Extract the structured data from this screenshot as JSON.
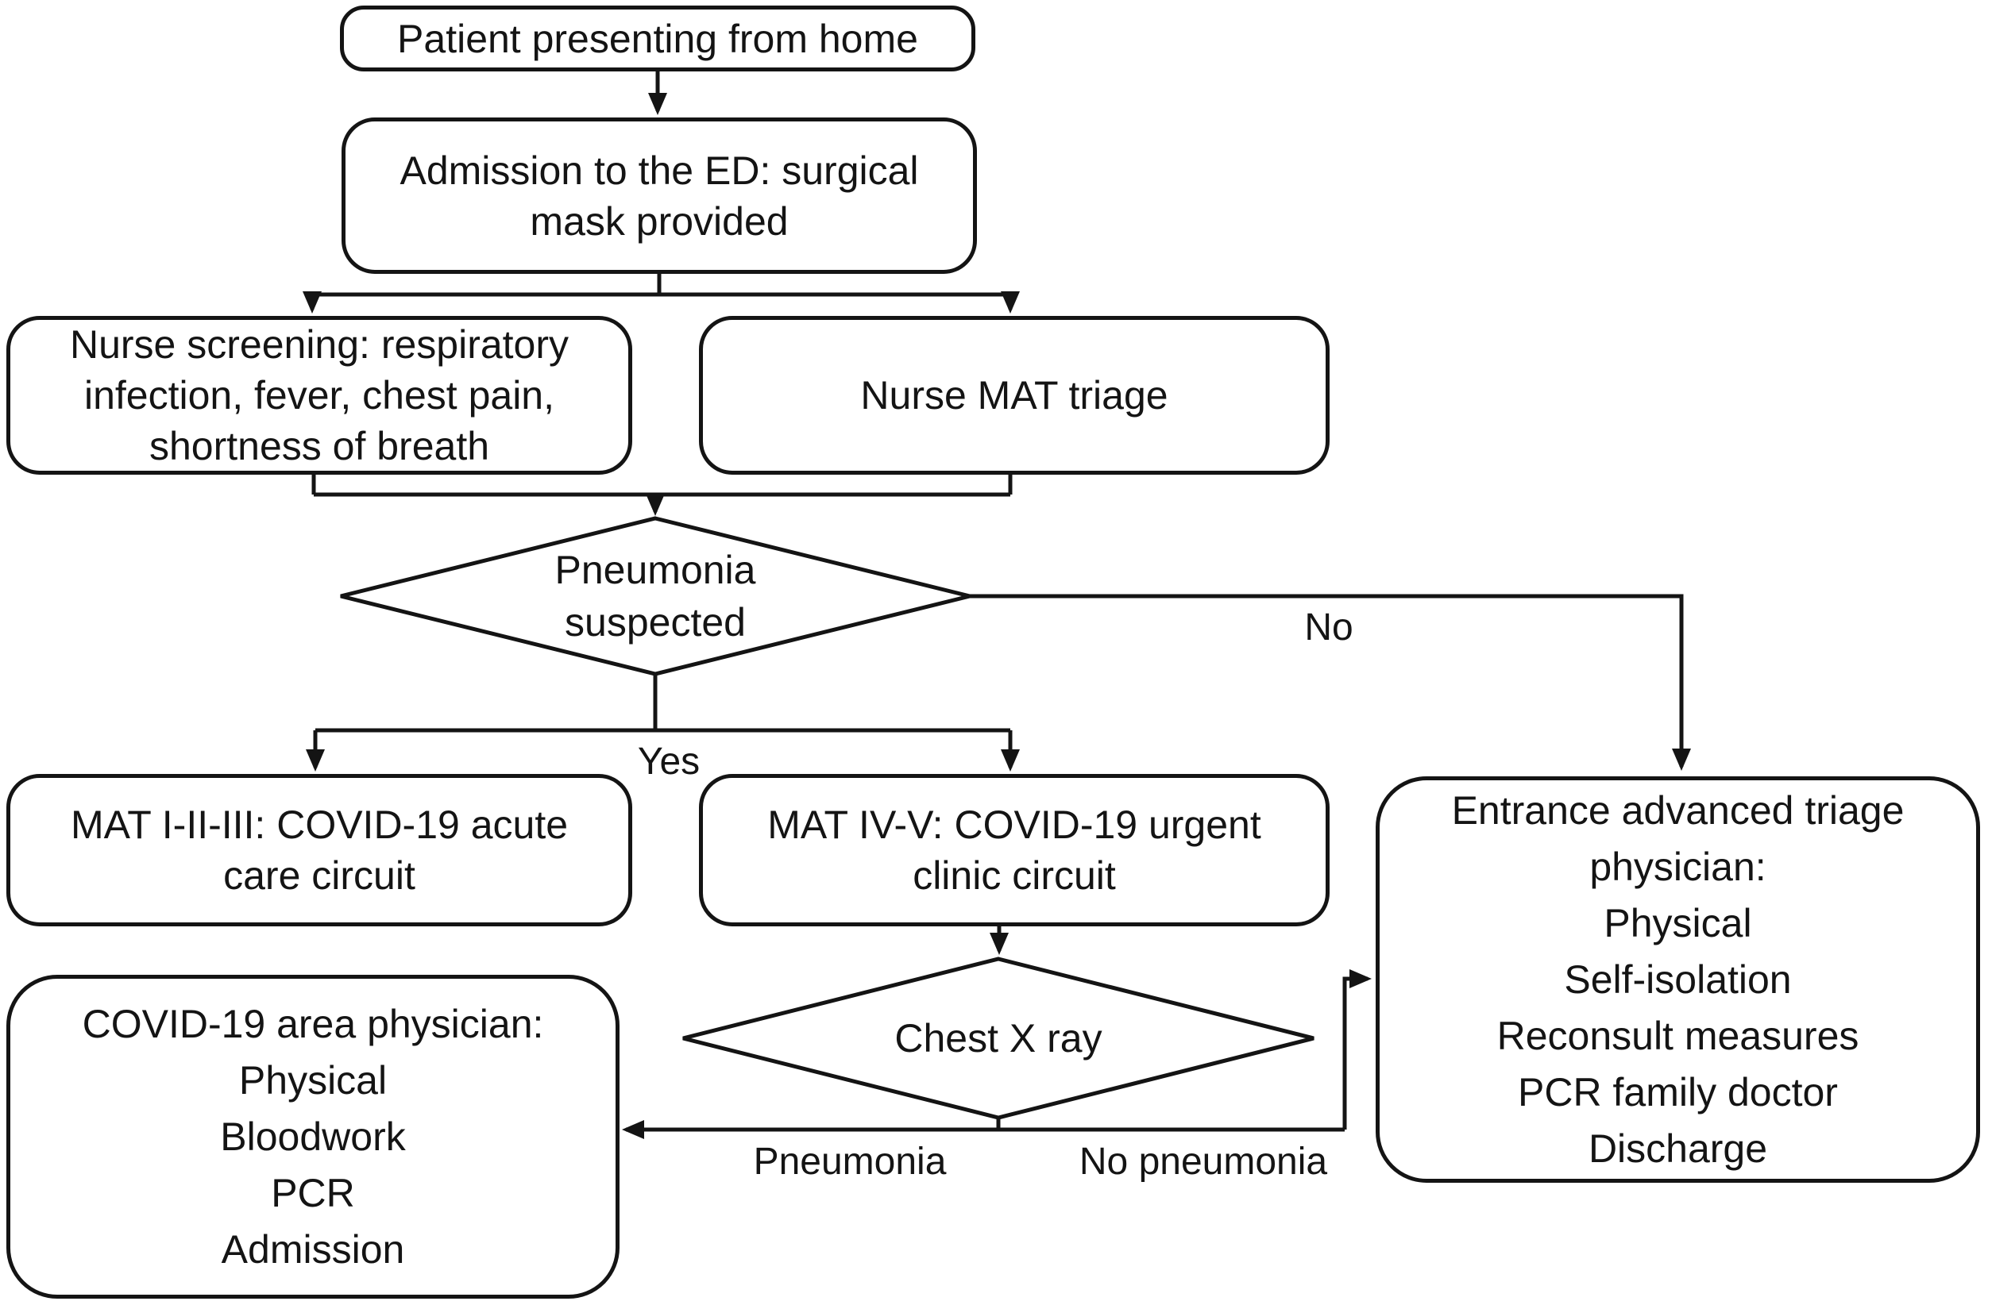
{
  "flowchart": {
    "nodes": {
      "patient_home": {
        "type": "process",
        "label": "Patient presenting from home"
      },
      "admission_ed": {
        "type": "process",
        "label": "Admission to the ED: surgical\nmask provided"
      },
      "nurse_screening": {
        "type": "process",
        "label": "Nurse screening: respiratory\ninfection, fever, chest pain,\nshortness of breath"
      },
      "nurse_mat_triage": {
        "type": "process",
        "label": "Nurse MAT triage"
      },
      "pneumonia_suspected": {
        "type": "decision",
        "label": "Pneumonia\nsuspected"
      },
      "mat_acute_circuit": {
        "type": "process",
        "label": "MAT I-II-III: COVID-19 acute\ncare circuit"
      },
      "mat_urgent_circuit": {
        "type": "process",
        "label": "MAT IV-V: COVID-19 urgent\nclinic circuit"
      },
      "chest_xray": {
        "type": "decision",
        "label": "Chest X ray"
      },
      "covid_area_physician": {
        "type": "process",
        "label": "COVID-19 area physician:\nPhysical\nBloodwork\nPCR\nAdmission"
      },
      "entrance_triage_physician": {
        "type": "process",
        "label": "Entrance advanced triage\nphysician:\nPhysical\nSelf-isolation\nReconsult measures\nPCR family doctor\nDischarge"
      }
    },
    "edge_labels": {
      "no": "No",
      "yes": "Yes",
      "pneumonia": "Pneumonia",
      "no_pneumonia": "No pneumonia"
    },
    "colors": {
      "stroke": "#141414",
      "text": "#141414",
      "background": "#ffffff"
    }
  }
}
